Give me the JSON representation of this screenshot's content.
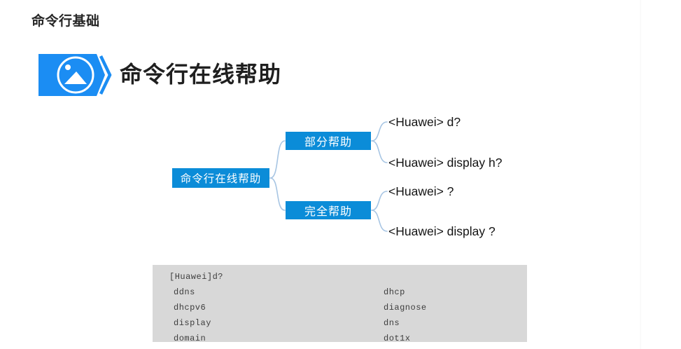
{
  "page": {
    "header": "命令行基础",
    "section_title": "命令行在线帮助"
  },
  "icons": {
    "banner_icon": "image-icon"
  },
  "diagram": {
    "root": "命令行在线帮助",
    "branches": [
      {
        "label": "部分帮助",
        "leaves": [
          "<Huawei> d?",
          "<Huawei> display h?"
        ]
      },
      {
        "label": "完全帮助",
        "leaves": [
          "<Huawei> ?",
          "<Huawei> display ?"
        ]
      }
    ]
  },
  "terminal": {
    "command_line": "[Huawei]d?",
    "rows": [
      {
        "left": "ddns",
        "right": "dhcp"
      },
      {
        "left": "dhcpv6",
        "right": "diagnose"
      },
      {
        "left": "display",
        "right": "dns"
      },
      {
        "left": "domain",
        "right": "dot1x"
      }
    ]
  },
  "colors": {
    "banner_blue": "#1b8df3",
    "node_blue": "#0b8cd8",
    "brace_line": "#a7c5e3",
    "terminal_bg": "#d8d8d8"
  }
}
